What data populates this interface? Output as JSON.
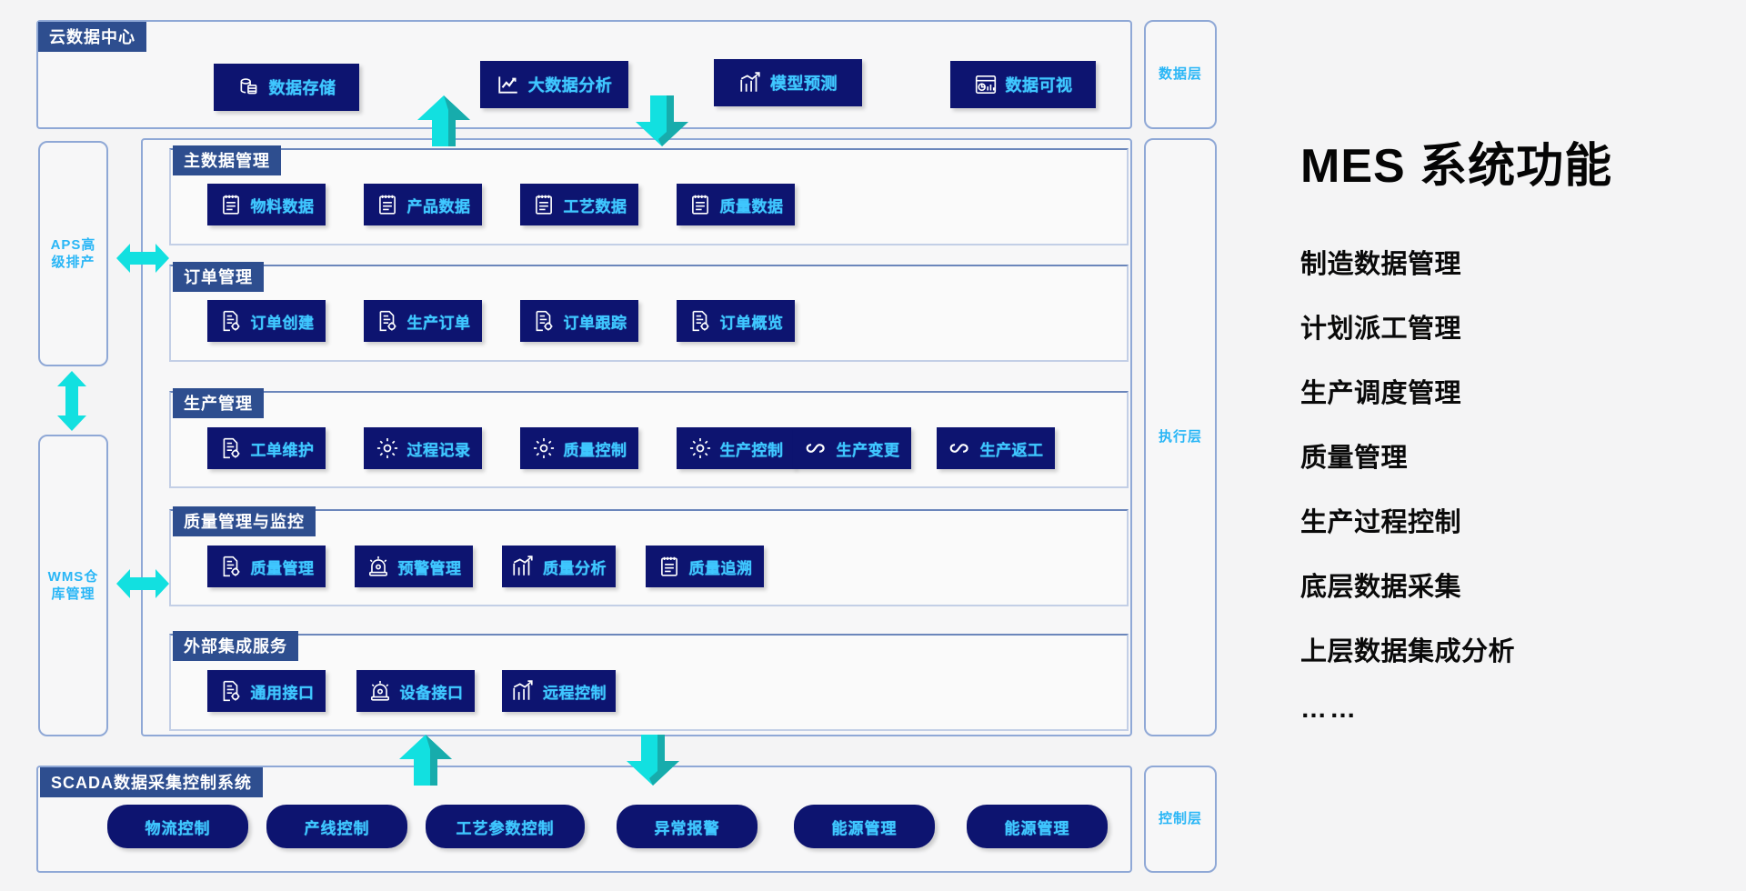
{
  "cloud": {
    "title": "云数据中心",
    "tiles": [
      {
        "label": "数据存储",
        "icon": "database-icon"
      },
      {
        "label": "大数据分析",
        "icon": "chart-line-icon"
      },
      {
        "label": "模型预测",
        "icon": "chart-trend-icon"
      },
      {
        "label": "数据可视",
        "icon": "dashboard-icon"
      }
    ]
  },
  "layers": {
    "data_layer": "数据层",
    "execution_layer": "执行层",
    "control_layer": "控制层"
  },
  "side": {
    "aps": "APS高\n级排产",
    "aps_line1": "APS高",
    "aps_line2": "级排产",
    "wms_line1": "WMS仓",
    "wms_line2": "库管理"
  },
  "groups": [
    {
      "title": "主数据管理",
      "tiles": [
        {
          "label": "物料数据",
          "icon": "clipboard-icon"
        },
        {
          "label": "产品数据",
          "icon": "clipboard-icon"
        },
        {
          "label": "工艺数据",
          "icon": "clipboard-icon"
        },
        {
          "label": "质量数据",
          "icon": "clipboard-icon"
        }
      ]
    },
    {
      "title": "订单管理",
      "tiles": [
        {
          "label": "订单创建",
          "icon": "doc-gear-icon"
        },
        {
          "label": "生产订单",
          "icon": "doc-gear-icon"
        },
        {
          "label": "订单跟踪",
          "icon": "doc-gear-icon"
        },
        {
          "label": "订单概览",
          "icon": "doc-gear-icon"
        }
      ]
    },
    {
      "title": "生产管理",
      "tiles": [
        {
          "label": "工单维护",
          "icon": "doc-gear-icon"
        },
        {
          "label": "过程记录",
          "icon": "gear-icon"
        },
        {
          "label": "质量控制",
          "icon": "gear-icon"
        },
        {
          "label": "生产控制",
          "icon": "gear-icon"
        },
        {
          "label": "生产变更",
          "icon": "infinity-icon"
        },
        {
          "label": "生产返工",
          "icon": "infinity-icon"
        }
      ]
    },
    {
      "title": "质量管理与监控",
      "tiles": [
        {
          "label": "质量管理",
          "icon": "doc-gear-icon"
        },
        {
          "label": "预警管理",
          "icon": "alarm-icon"
        },
        {
          "label": "质量分析",
          "icon": "chart-trend-icon"
        },
        {
          "label": "质量追溯",
          "icon": "clipboard-icon"
        }
      ]
    },
    {
      "title": "外部集成服务",
      "tiles": [
        {
          "label": "通用接口",
          "icon": "doc-gear-icon"
        },
        {
          "label": "设备接口",
          "icon": "alarm-icon"
        },
        {
          "label": "远程控制",
          "icon": "chart-trend-icon"
        }
      ]
    }
  ],
  "scada": {
    "title": "SCADA数据采集控制系统",
    "buttons": [
      {
        "label": "物流控制"
      },
      {
        "label": "产线控制"
      },
      {
        "label": "工艺参数控制"
      },
      {
        "label": "异常报警"
      },
      {
        "label": "能源管理"
      },
      {
        "label": "能源管理"
      }
    ]
  },
  "mes": {
    "title": "MES 系统功能",
    "items": [
      "制造数据管理",
      "计划派工管理",
      "生产调度管理",
      "质量管理",
      "生产过程控制",
      "底层数据采集",
      "上层数据集成分析",
      "……"
    ]
  },
  "colors": {
    "tile_bg": "#0d1470",
    "tile_text": "#3fc7ff",
    "tab_bg": "#2e4e8f",
    "arrow": "#12e0e0",
    "arrow_shade": "#1a9b9b",
    "panel_border": "#8fa8d6",
    "background": "#f4f4f5"
  }
}
